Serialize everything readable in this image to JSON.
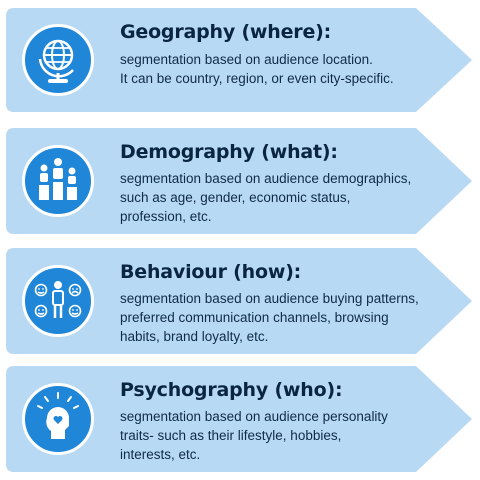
{
  "colors": {
    "card_fill": "#b8d9f4",
    "icon_fill": "#1f86d8",
    "title": "#0a2540",
    "text": "#0f2b46"
  },
  "items": [
    {
      "icon": "globe-icon",
      "title": "Geography (where):",
      "lines": [
        "segmentation based on audience location.",
        "It can be country, region, or even city-specific."
      ]
    },
    {
      "icon": "podium-people-icon",
      "title": "Demography (what):",
      "lines": [
        "segmentation based on audience demographics,",
        "such as age, gender, economic status,",
        "profession, etc."
      ]
    },
    {
      "icon": "person-emotions-icon",
      "title": "Behaviour (how):",
      "lines": [
        "segmentation based on audience buying patterns,",
        "preferred communication channels, browsing",
        "habits, brand loyalty, etc."
      ]
    },
    {
      "icon": "head-heart-icon",
      "title": "Psychography (who):",
      "lines": [
        "segmentation based on audience personality",
        "traits- such as their lifestyle, hobbies,",
        "interests, etc."
      ]
    }
  ]
}
